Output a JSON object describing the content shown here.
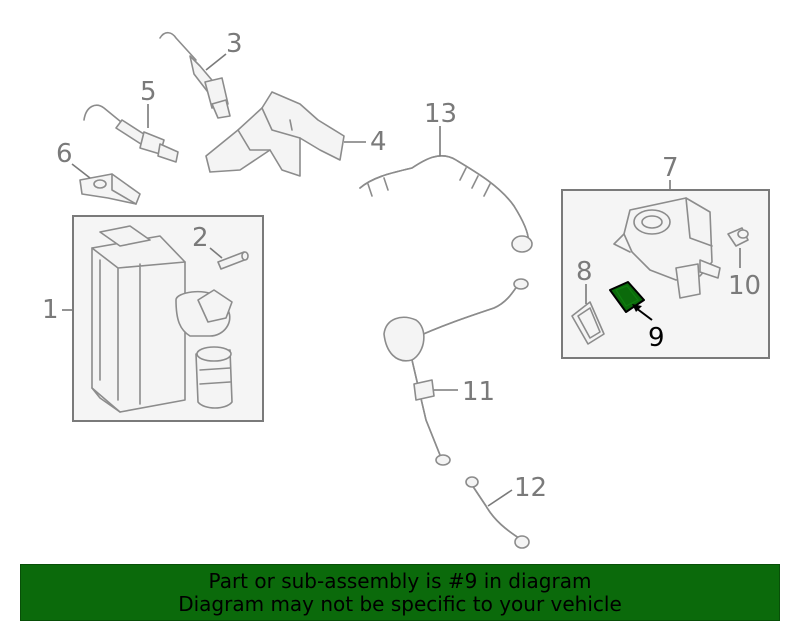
{
  "diagram": {
    "callouts": {
      "c1": "1",
      "c2": "2",
      "c3": "3",
      "c4": "4",
      "c5": "5",
      "c6": "6",
      "c7": "7",
      "c8": "8",
      "c9": "9",
      "c10": "10",
      "c11": "11",
      "c12": "12",
      "c13": "13"
    },
    "highlighted_part": "9",
    "colors": {
      "line": "#8c8c8c",
      "label": "#7a7a7a",
      "highlight": "#0b6a0b",
      "banner": "#0b6a0b"
    }
  },
  "banner": {
    "line1": "Part or sub-assembly is #9 in diagram",
    "line2": "Diagram may not be specific to your vehicle"
  }
}
